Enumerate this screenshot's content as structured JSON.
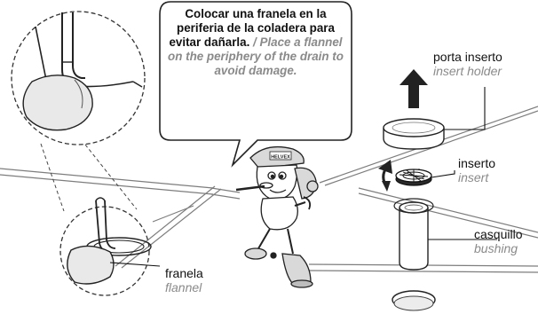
{
  "callout": {
    "text_es": "Colocar una franela en la periferia de la coladera para evitar dañarla.",
    "separator": " / ",
    "text_en": "Place a flannel on the periphery of the drain to avoid damage."
  },
  "mascot": {
    "cap_text": "HELVEX"
  },
  "labels": {
    "insert_holder": {
      "es": "porta inserto",
      "en": "insert holder"
    },
    "insert": {
      "es": "inserto",
      "en": "insert"
    },
    "bushing": {
      "es": "casquillo",
      "en": "bushing"
    },
    "flannel": {
      "es": "franela",
      "en": "flannel"
    }
  },
  "colors": {
    "ink": "#111111",
    "english_text": "#8a8a8a",
    "line_gray": "#8a8a8a",
    "flannel_fill": "#e9e9e9"
  }
}
